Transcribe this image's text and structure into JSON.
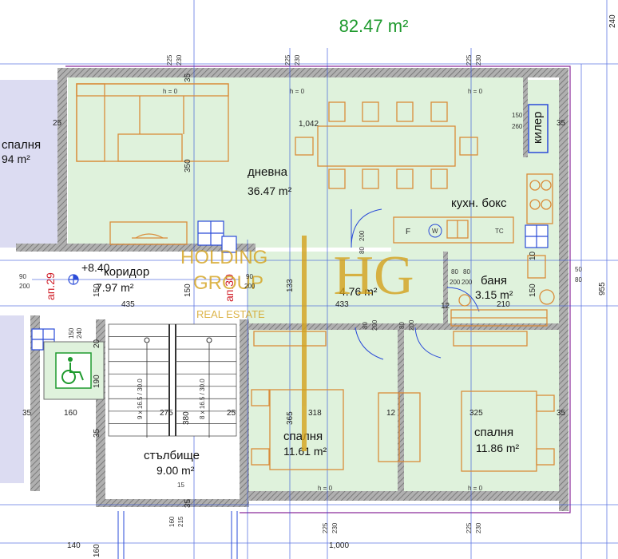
{
  "header": {
    "total_area": "82.47 m²"
  },
  "colors": {
    "room_fill": "#dff2dc",
    "neighbor_fill": "#dcdcf2",
    "wall": "#8a8a8a",
    "wall_hatch": "#6e6e6e",
    "furniture": "#d98c3a",
    "dimension": "#2a4bd8",
    "accent_red": "#d0202a",
    "title_green": "#1f9a2e",
    "watermark_gold": "#d4a21c",
    "outline_purple": "#8a2a9a"
  },
  "rooms": {
    "living": {
      "name": "дневна",
      "area": "36.47 m²",
      "dim": "1,042"
    },
    "kitchen": {
      "name": "кухн. бокс"
    },
    "pantry": {
      "name": "килер"
    },
    "bath": {
      "name": "баня",
      "area": "3.15 m²"
    },
    "hall": {
      "area": "4.76 m²"
    },
    "corridor": {
      "name": "коридор",
      "area": "7.97 m²",
      "level": "+8.40"
    },
    "stair": {
      "name": "стълбище",
      "area": "9.00 m²",
      "flight_a": "9 x 16.5 / 30.0",
      "flight_b": "8 x 16.5 / 30.0"
    },
    "bed1": {
      "name": "спалня",
      "area": "11.61 m²"
    },
    "bed2": {
      "name": "спалня",
      "area": "11.86 m²"
    },
    "neighbor": {
      "name": "спалня",
      "area": "94 m²"
    }
  },
  "apartments": {
    "left": "ап.29",
    "right": "ап.30"
  },
  "appliances": {
    "fridge": "F",
    "washer": "W",
    "stove": "TC"
  },
  "watermark": {
    "logo": "HG",
    "line1": "HOLDING",
    "line2": "GROUP",
    "line3": "REAL ESTATE"
  },
  "dims": {
    "top_225a": "225",
    "top_230a": "230",
    "top_225b": "225",
    "top_230b": "230",
    "top_225c": "225",
    "top_230c": "230",
    "h0_a": "h = 0",
    "h0_b": "h = 0",
    "h0_c": "h = 0",
    "h0_d": "h = 0",
    "h0_e": "h = 0",
    "left_35": "35",
    "left_25": "25",
    "left_350": "350",
    "right_35a": "35",
    "right_35b": "35",
    "right_955": "955",
    "right_240": "240",
    "right_50": "50",
    "right_80": "80",
    "pantry_150": "150",
    "pantry_260": "260",
    "corr_435": "435",
    "corr_433": "433",
    "corr_150a": "150",
    "corr_150b": "150",
    "corr_133": "133",
    "corr_90a": "90",
    "corr_200a": "200",
    "corr_90b": "90",
    "corr_200b": "200",
    "door_80a": "80",
    "door_200a": "200",
    "door_80b": "80",
    "door_200b": "200",
    "door_80c": "80",
    "door_200c": "200",
    "door_80d": "80",
    "door_200d": "200",
    "bath_80": "80",
    "bath_200": "200",
    "bath_210": "210",
    "bath_12": "12",
    "bath_150": "150",
    "bath_10": "10",
    "bed_318": "318",
    "bed_325": "325",
    "bed_365": "365",
    "bed_12": "12",
    "bed_35a": "35",
    "bed_35b": "35",
    "stair_275": "275",
    "stair_380": "380",
    "stair_25": "25",
    "stair_15": "15",
    "wc_160": "160",
    "wc_190": "190",
    "wc_20": "20",
    "wc_150": "150",
    "wc_240": "240",
    "wc_35": "35",
    "bottom_140": "140",
    "bottom_160a": "160",
    "bottom_160b": "160",
    "bottom_215": "215",
    "bottom_35": "35",
    "bottom_1000": "1,000",
    "b_225a": "225",
    "b_230a": "230",
    "b_225b": "225",
    "b_230b": "230"
  }
}
